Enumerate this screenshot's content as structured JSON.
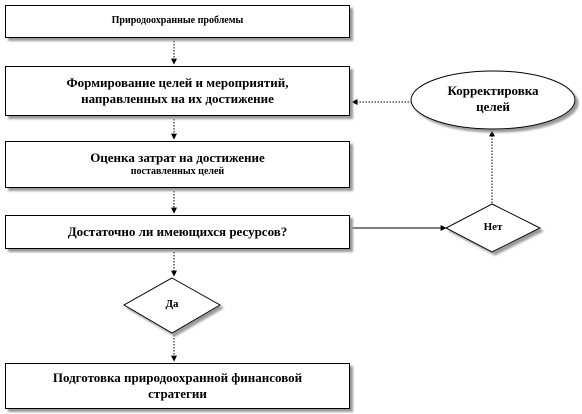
{
  "diagram": {
    "box_problems": "Природоохранные проблемы",
    "box_goals_line1": "Формирование целей и мероприятий,",
    "box_goals_line2": "направленных на их достижение",
    "box_costs_line1": "Оценка затрат на достижение",
    "box_costs_line2": "поставленных целей",
    "box_resources": "Достаточно ли имеющихся ресурсов?",
    "box_strategy_line1": "Подготовка природоохранной финансовой",
    "box_strategy_line2": "стратегии",
    "decision_yes": "Да",
    "decision_no": "Нет",
    "ellipse_line1": "Корректировка",
    "ellipse_line2": "целей"
  }
}
